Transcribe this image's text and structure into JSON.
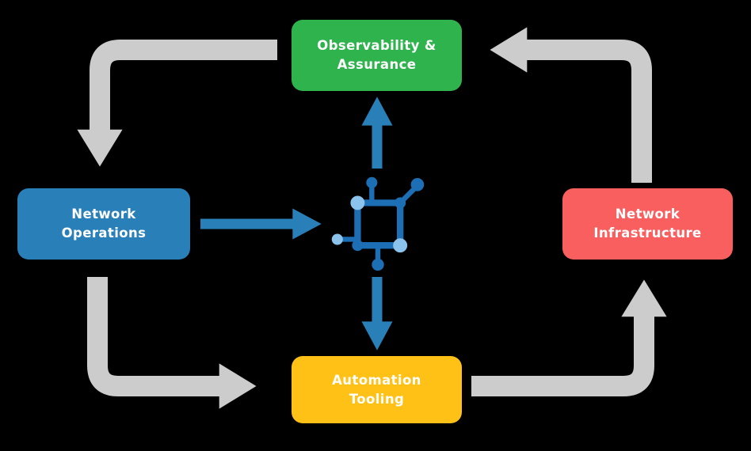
{
  "colors": {
    "background": "#000000",
    "green": "#2eb34d",
    "blue": "#2980b9",
    "red": "#f95f5f",
    "yellow": "#ffc115",
    "arrow_gray": "#cccccc",
    "arrow_blue": "#2980b9",
    "icon_dark": "#1d6fb5",
    "icon_light": "#8cc3ec",
    "text": "#ffffff"
  },
  "nodes": {
    "observability": {
      "label": "Observability &\nAssurance"
    },
    "operations": {
      "label": "Network\nOperations"
    },
    "infrastructure": {
      "label": "Network\nInfrastructure"
    },
    "automation": {
      "label": "Automation\nTooling"
    }
  },
  "icons": {
    "center": "network-hub-icon"
  }
}
